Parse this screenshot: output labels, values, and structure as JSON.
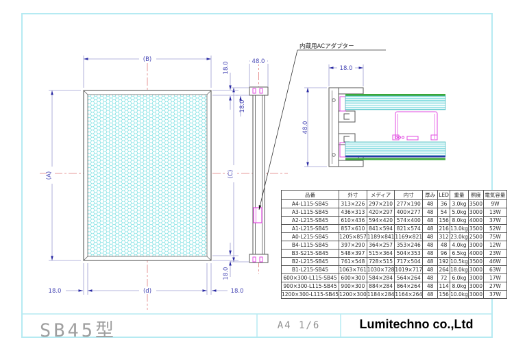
{
  "drawing": {
    "annotation_ac_adapter": "内蔵用ACアダプター",
    "labels": {
      "width_b": "(B)",
      "height_a": "(A)",
      "height_c": "(C)",
      "inner_width_d": "(d)",
      "dim_18": "18.0",
      "dim_48": "48.0"
    }
  },
  "spec_table": {
    "headers": [
      "品番",
      "外寸",
      "メディア",
      "内寸",
      "厚み",
      "LED",
      "重量",
      "照度",
      "電気容量"
    ],
    "rows": [
      [
        "A4-L115-SB45",
        "313×226",
        "297×210",
        "277×190",
        "48",
        "36",
        "3.0kg",
        "3500",
        "9W"
      ],
      [
        "A3-L115-SB45",
        "436×313",
        "420×297",
        "400×277",
        "48",
        "54",
        "5.0kg",
        "3000",
        "13W"
      ],
      [
        "A2-L215-SB45",
        "610×436",
        "594×420",
        "574×400",
        "48",
        "156",
        "8.0kg",
        "4000",
        "37W"
      ],
      [
        "A1-L215-SB45",
        "857×610",
        "841×594",
        "821×574",
        "48",
        "216",
        "13.0kg",
        "3500",
        "52W"
      ],
      [
        "A0-L215-SB45",
        "1205×857",
        "1189×841",
        "1169×821",
        "48",
        "312",
        "23.0kg",
        "2500",
        "75W"
      ],
      [
        "B4-L115-SB45",
        "397×290",
        "364×257",
        "353×246",
        "48",
        "48",
        "4.0kg",
        "3000",
        "12W"
      ],
      [
        "B3-S215-SB45",
        "548×397",
        "515×364",
        "504×353",
        "48",
        "96",
        "6.5kg",
        "4000",
        "23W"
      ],
      [
        "B2-L215-SB45",
        "761×548",
        "728×515",
        "717×504",
        "48",
        "192",
        "10.5kg",
        "3500",
        "46W"
      ],
      [
        "B1-L215-SB45",
        "1063×761",
        "1030×728",
        "1019×717",
        "48",
        "264",
        "18.0kg",
        "3000",
        "63W"
      ],
      [
        "600×300-L115-SB45",
        "600×300",
        "584×284",
        "564×264",
        "48",
        "72",
        "6.0kg",
        "3000",
        "17W"
      ],
      [
        "900×300-L115-SB45",
        "900×300",
        "884×284",
        "864×264",
        "48",
        "114",
        "8.0kg",
        "3000",
        "27W"
      ],
      [
        "1200×300-L115-SB45",
        "1200×300",
        "1184×284",
        "1164×264",
        "48",
        "156",
        "10.0kg",
        "3000",
        "37W"
      ]
    ]
  },
  "title_block": {
    "model": "SB45型",
    "sheet_info": "A4 1/6",
    "company": "Lumitechno co.,Ltd"
  },
  "colors": {
    "page_border": "#b5eaf2",
    "dimension_line": "#9b9bd0",
    "dimension_text": "#4646b4",
    "centerline": "#e07a7a",
    "hatch_cyan": "#6fdde0",
    "part_magenta": "#e14ae1",
    "panel_green": "#3aa83a",
    "panel_navy": "#2937a8",
    "outline_gray": "#555555"
  }
}
